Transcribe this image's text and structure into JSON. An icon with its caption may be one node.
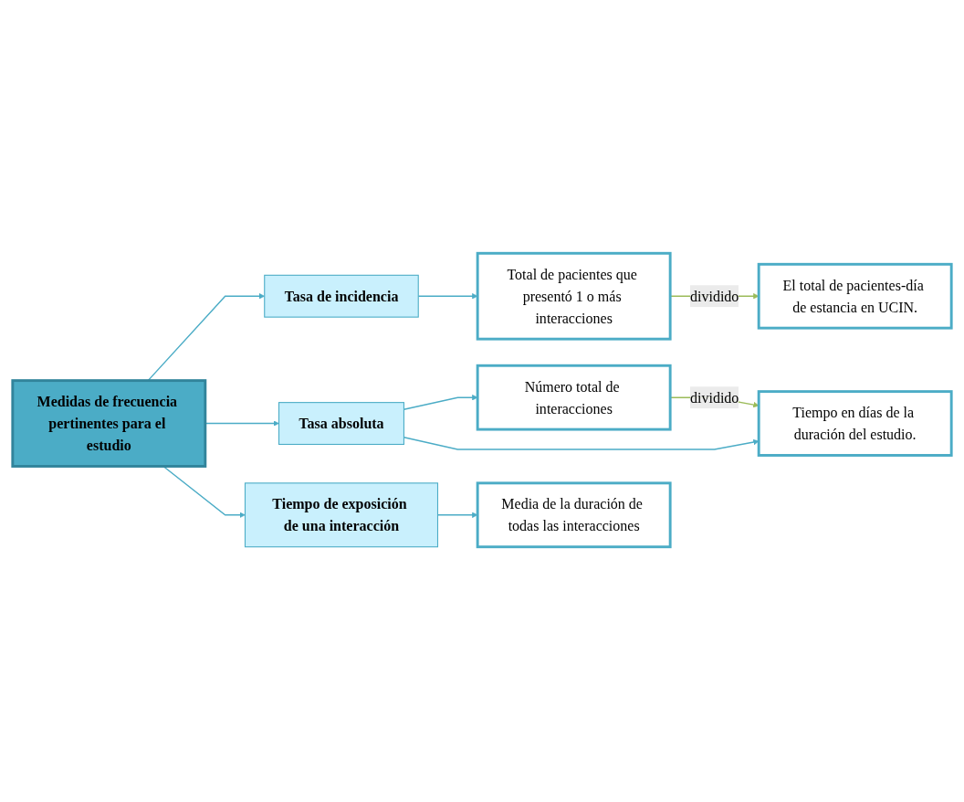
{
  "diagram": {
    "nodes": [
      {
        "text": [
          "Medidas de frecuencia pertinentes para el estudio"
        ]
      },
      {
        "text": [
          "Tasa de incidencia"
        ]
      },
      {
        "text": [
          "Total de pacientes que presentó 1 o más interacciones"
        ]
      },
      {
        "text": [
          "El total de pacientes-día de estancia en UCIN."
        ]
      },
      {
        "text": [
          "Tasa absoluta"
        ]
      },
      {
        "text": [
          "Número total de interacciones"
        ]
      },
      {
        "text": [
          "Tiempo en días de la duración del estudio."
        ]
      },
      {
        "text": [
          "Tiempo de exposición de una interacción"
        ]
      },
      {
        "text": [
          "Media de la duración de todas las interacciones"
        ]
      }
    ],
    "edges": [
      {
        "from": 0,
        "to": 1,
        "arrow": "to"
      },
      {
        "from": 0,
        "to": 4,
        "arrow": "to"
      },
      {
        "from": 0,
        "to": 7,
        "arrow": "to"
      },
      {
        "from": 1,
        "to": 2,
        "arrow": "to"
      },
      {
        "from": 2,
        "to": 3,
        "arrow": "to",
        "label": "dividido",
        "color": "#9bbb59"
      },
      {
        "from": 4,
        "to": 5,
        "arrow": "to"
      },
      {
        "from": 4,
        "to": 6,
        "arrow": "to"
      },
      {
        "from": 5,
        "to": 6,
        "arrow": "to",
        "label": "dividido",
        "color": "#9bbb59"
      },
      {
        "from": 7,
        "to": 8,
        "arrow": "to"
      }
    ]
  }
}
